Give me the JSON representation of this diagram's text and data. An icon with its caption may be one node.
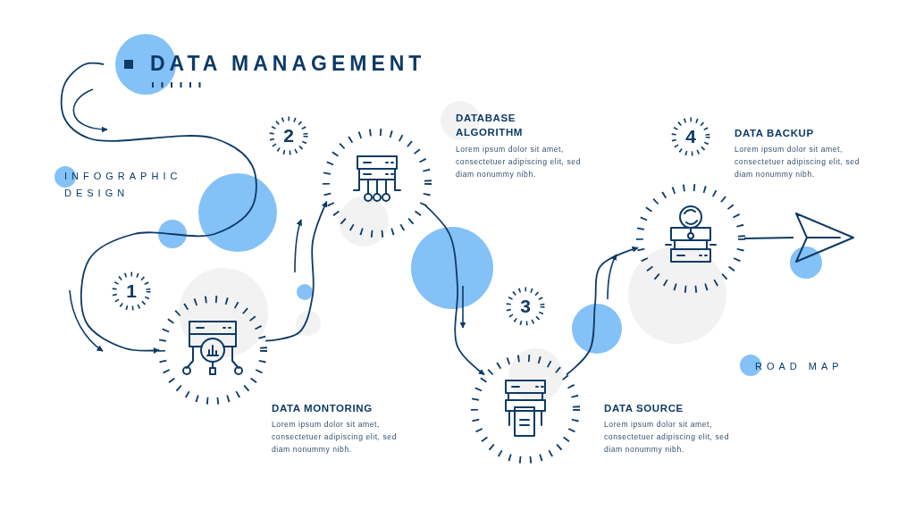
{
  "diagram": {
    "title": "DATA MANAGEMENT",
    "nodes": [
      {
        "text": [],
        "shape": "circle"
      },
      {
        "text": [],
        "shape": "circle"
      },
      {
        "text": [],
        "shape": "circle"
      },
      {
        "text": [],
        "shape": "circle"
      },
      {
        "text": [],
        "shape": "picture"
      }
    ],
    "edges": [
      {
        "from": null,
        "to": 0,
        "arrow": "to"
      },
      {
        "from": 0,
        "to": 1,
        "arrow": "to"
      },
      {
        "from": 1,
        "to": 2,
        "arrow": "to"
      },
      {
        "from": 2,
        "to": 3,
        "arrow": "to"
      },
      {
        "from": 3,
        "to": 4,
        "arrow": "none"
      }
    ],
    "labels": [
      "INFOGRAPHIC DESIGN",
      "2",
      "DATABASE ALGORITHM",
      "Lorem ipsum dolor sit amet, consectetuer adipiscing elit, sed diam nonummy nibh.",
      "4",
      "DATA BACKUP",
      "Lorem ipsum dolor sit amet, consectetuer adipiscing elit, sed diam nonummy nibh.",
      "1",
      "3",
      "ROAD MAP",
      "DATA MONTORING",
      "Lorem ipsum dolor sit amet, consectetuer adipiscing elit, sed diam nonummy nibh.",
      "DATA SOURCE",
      "Lorem ipsum dolor sit amet, consectetuer adipiscing elit, sed diam nonummy nibh."
    ]
  }
}
